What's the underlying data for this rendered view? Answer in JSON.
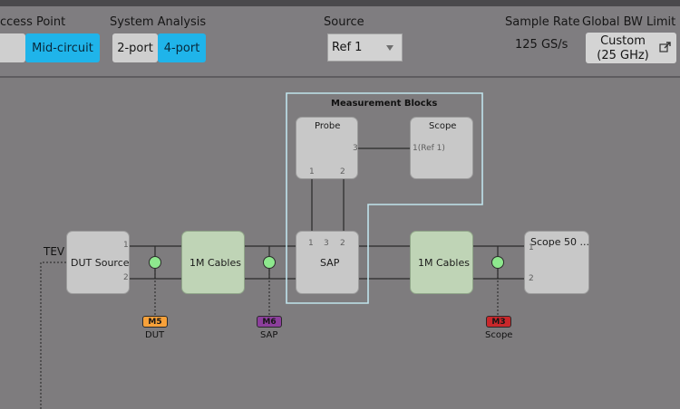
{
  "toolbar": {
    "access_point_label": "ccess Point",
    "access_point_left_option": "",
    "access_point_selected": "Mid-circuit",
    "system_analysis_label": "System Analysis",
    "sa_option_2port": "2-port",
    "sa_option_4port": "4-port",
    "sa_selected": "4-port",
    "source_label": "Source",
    "source_value": "Ref 1",
    "sample_rate_label": "Sample Rate",
    "sample_rate_value": "125 GS/s",
    "bw_label": "Global BW Limit",
    "bw_value_line1": "Custom",
    "bw_value_line2": "(25 GHz)"
  },
  "diagram": {
    "tev_label": "TEV",
    "measurement_blocks_title": "Measurement Blocks",
    "probe_block": {
      "label": "Probe",
      "port_3": "3",
      "port_1": "1",
      "port_2": "2"
    },
    "scope_block": {
      "label": "Scope",
      "input_label": "1(Ref 1)"
    },
    "dut_source": {
      "label": "DUT Source",
      "port_1": "1",
      "port_2": "2"
    },
    "cable_left": {
      "label": "1M Cables"
    },
    "sap_block": {
      "label": "SAP",
      "port_3": "3",
      "port_1": "1",
      "port_2": "2"
    },
    "cable_right": {
      "label": "1M Cables"
    },
    "scope_50": {
      "label": "Scope 50 ...",
      "port_1": "1",
      "port_2": "2"
    },
    "markers": [
      {
        "id": "M5",
        "caption": "DUT",
        "color": "#f7a13a"
      },
      {
        "id": "M6",
        "caption": "SAP",
        "color": "#8c3f9c"
      },
      {
        "id": "M3",
        "caption": "Scope",
        "color": "#c8272b"
      }
    ],
    "colors": {
      "selection_accent": "#1fb4ea",
      "highlight_box": "#bfe3ec",
      "test_point": "#8ee88e"
    }
  }
}
